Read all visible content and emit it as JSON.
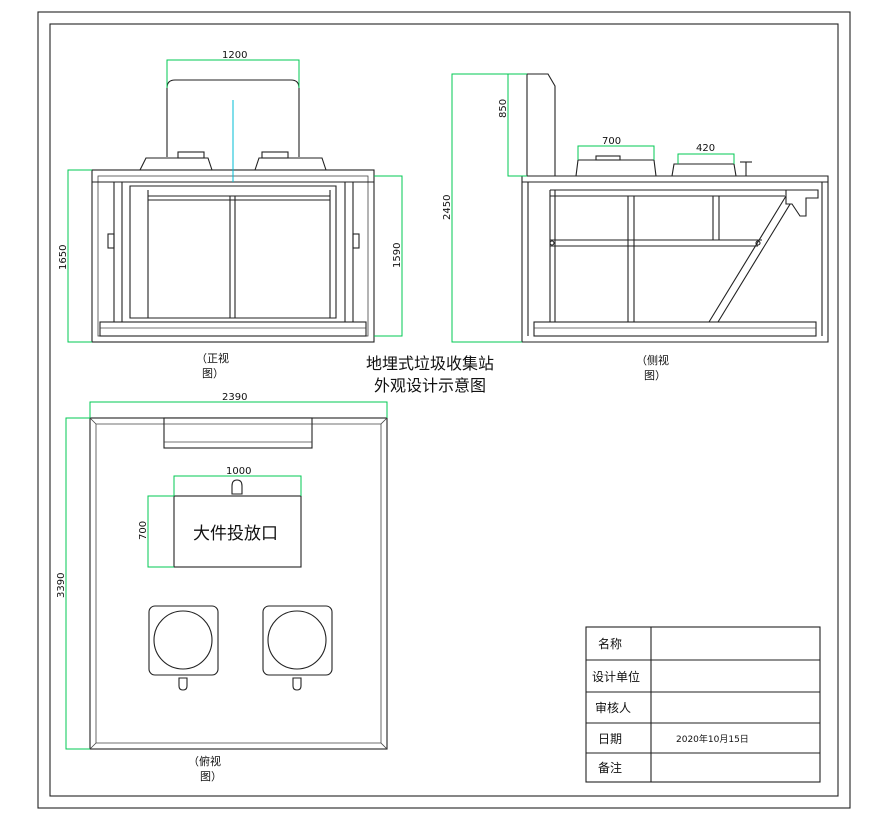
{
  "title": {
    "line1": "地埋式垃圾收集站",
    "line2": "外观设计示意图"
  },
  "front_view": {
    "caption_line1": "（正视",
    "caption_line2": "图）",
    "dims": {
      "top_width": "1200",
      "left_height": "1650",
      "right_height": "1590"
    }
  },
  "side_view": {
    "caption_line1": "（侧视",
    "caption_line2": "图）",
    "dims": {
      "back_height": "850",
      "bin1_width": "700",
      "bin2_width": "420",
      "total_height": "2450"
    }
  },
  "top_view": {
    "caption_line1": "（俯视",
    "caption_line2": "图）",
    "dims": {
      "total_width": "2390",
      "total_depth": "3390",
      "opening_width": "1000",
      "opening_depth": "700"
    },
    "opening_label": "大件投放口"
  },
  "title_block": {
    "rows": [
      {
        "label": "名称",
        "value": ""
      },
      {
        "label": "设计单位",
        "value": ""
      },
      {
        "label": "审核人",
        "value": ""
      },
      {
        "label": "日期",
        "value": "2020年10月15日"
      },
      {
        "label": "备注",
        "value": ""
      }
    ]
  }
}
